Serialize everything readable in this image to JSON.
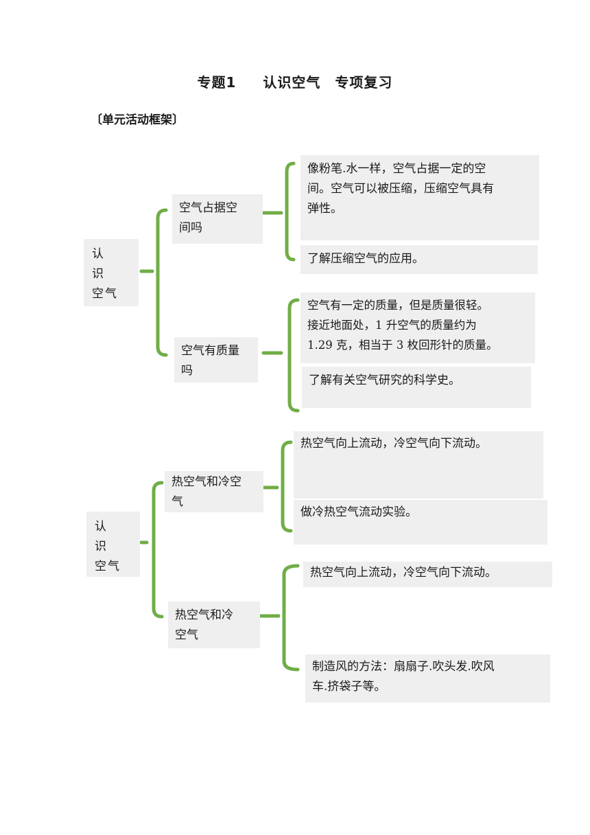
{
  "title": "专题1　 认识空气　专项复习",
  "subtitle": "〔单元活动框架〕",
  "diagram1": {
    "root": "认　识\n空气",
    "branch1": {
      "label": "空气占据空\n间吗",
      "leaves": [
        "像粉笔.水一样，空气占据一定的空\n间。空气可以被压缩，压缩空气具有\n弹性。",
        "了解压缩空气的应用。"
      ]
    },
    "branch2": {
      "label": "空气有质量\n吗",
      "leaves": [
        "空气有一定的质量，但是质量很轻。\n接近地面处，1 升空气的质量约为\n1.29 克，相当于 3 枚回形针的质量。",
        "了解有关空气研究的科学史。"
      ]
    }
  },
  "diagram2": {
    "root": "认　识\n空气",
    "branch1": {
      "label": "热空气和冷空\n气",
      "leaves": [
        "热空气向上流动，冷空气向下流动。",
        "做冷热空气流动实验。"
      ]
    },
    "branch2": {
      "label": "热空气和冷\n空气",
      "leaves": [
        "热空气向上流动，冷空气向下流动。",
        "制造风的方法：扇扇子.吹头发.吹风\n车.挤袋子等。"
      ]
    }
  },
  "colors": {
    "connector": "#70ad47",
    "box": "#efefef"
  }
}
